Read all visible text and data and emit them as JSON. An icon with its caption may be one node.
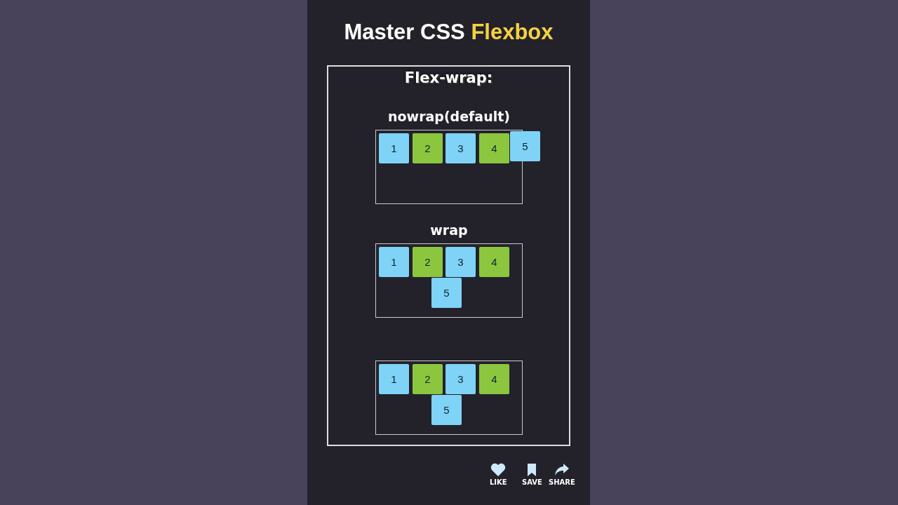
{
  "diagram": {
    "title": "Master CSS **Flexbox**",
    "nodes": [
      {
        "text": [
          "Flex-wrap:"
        ]
      },
      {
        "text": [
          "nowrap(default)"
        ],
        "in": 0
      },
      {
        "text": [
          "1"
        ],
        "in": 1
      },
      {
        "text": [
          "2"
        ],
        "in": 1
      },
      {
        "text": [
          "3"
        ],
        "in": 1
      },
      {
        "text": [
          "4"
        ],
        "in": 1
      },
      {
        "text": [
          "5"
        ],
        "in": 0
      },
      {
        "text": [
          "wrap"
        ],
        "in": 0
      },
      {
        "text": [
          "1"
        ],
        "in": 7
      },
      {
        "text": [
          "2"
        ],
        "in": 7
      },
      {
        "text": [
          "3"
        ],
        "in": 7
      },
      {
        "text": [
          "4"
        ],
        "in": 7
      },
      {
        "text": [
          "5"
        ],
        "in": 7
      },
      {
        "text": [],
        "shape": "box",
        "in": 0
      },
      {
        "text": [
          "1"
        ],
        "in": 13
      },
      {
        "text": [
          "2"
        ],
        "in": 13
      },
      {
        "text": [
          "3"
        ],
        "in": 13
      },
      {
        "text": [
          "4"
        ],
        "in": 13
      },
      {
        "text": [
          "5"
        ],
        "in": 13
      }
    ],
    "edges": [],
    "labels": [
      "LIKE",
      "SAVE",
      "SHARE"
    ]
  }
}
